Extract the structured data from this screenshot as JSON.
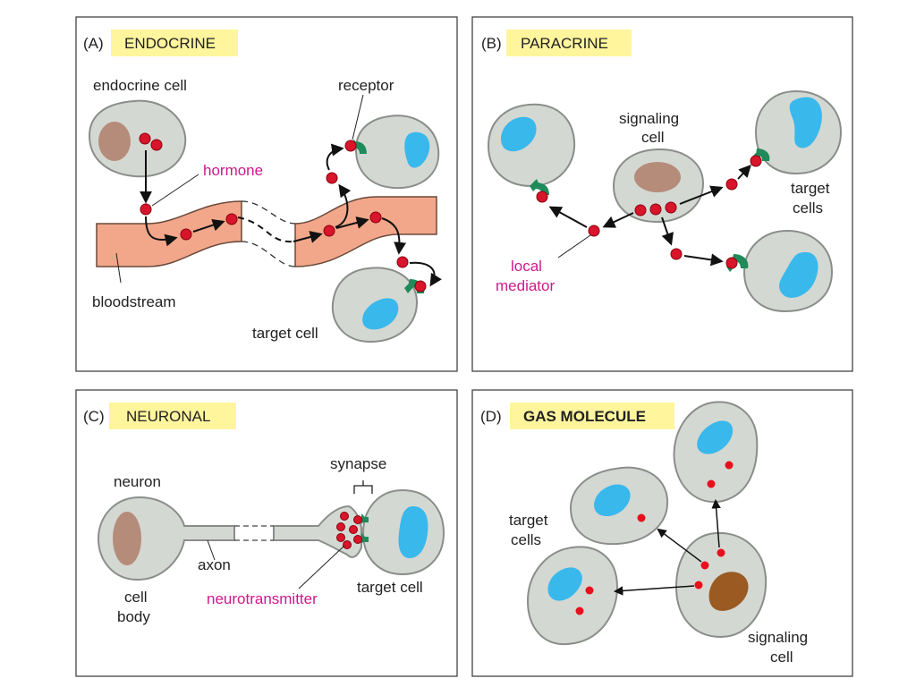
{
  "colors": {
    "hormone": "#d0188a",
    "signal_dot": "#d8152a",
    "nucleus": "#39b8ec",
    "cell": "#d4d8d2",
    "bloodstream": "#f2a78a",
    "title_bg": "#fff59d",
    "receptor": "#1f8a5a"
  },
  "panels": {
    "a": {
      "letter": "(A)",
      "title": "ENDOCRINE",
      "labels": {
        "endocrine_cell": "endocrine cell",
        "hormone": "hormone",
        "receptor": "receptor",
        "bloodstream": "bloodstream",
        "target_cell": "target cell"
      }
    },
    "b": {
      "letter": "(B)",
      "title": "PARACRINE",
      "labels": {
        "signaling_1": "signaling",
        "signaling_2": "cell",
        "target_1": "target",
        "target_2": "cells",
        "local_1": "local",
        "local_2": "mediator"
      }
    },
    "c": {
      "letter": "(C)",
      "title": "NEURONAL",
      "labels": {
        "neuron": "neuron",
        "synapse": "synapse",
        "axon": "axon",
        "cell_1": "cell",
        "cell_2": "body",
        "neurotransmitter": "neurotransmitter",
        "target_cell": "target cell"
      }
    },
    "d": {
      "letter": "(D)",
      "title": "GAS MOLECULE",
      "labels": {
        "target_1": "target",
        "target_2": "cells",
        "signaling_1": "signaling",
        "signaling_2": "cell"
      }
    }
  }
}
